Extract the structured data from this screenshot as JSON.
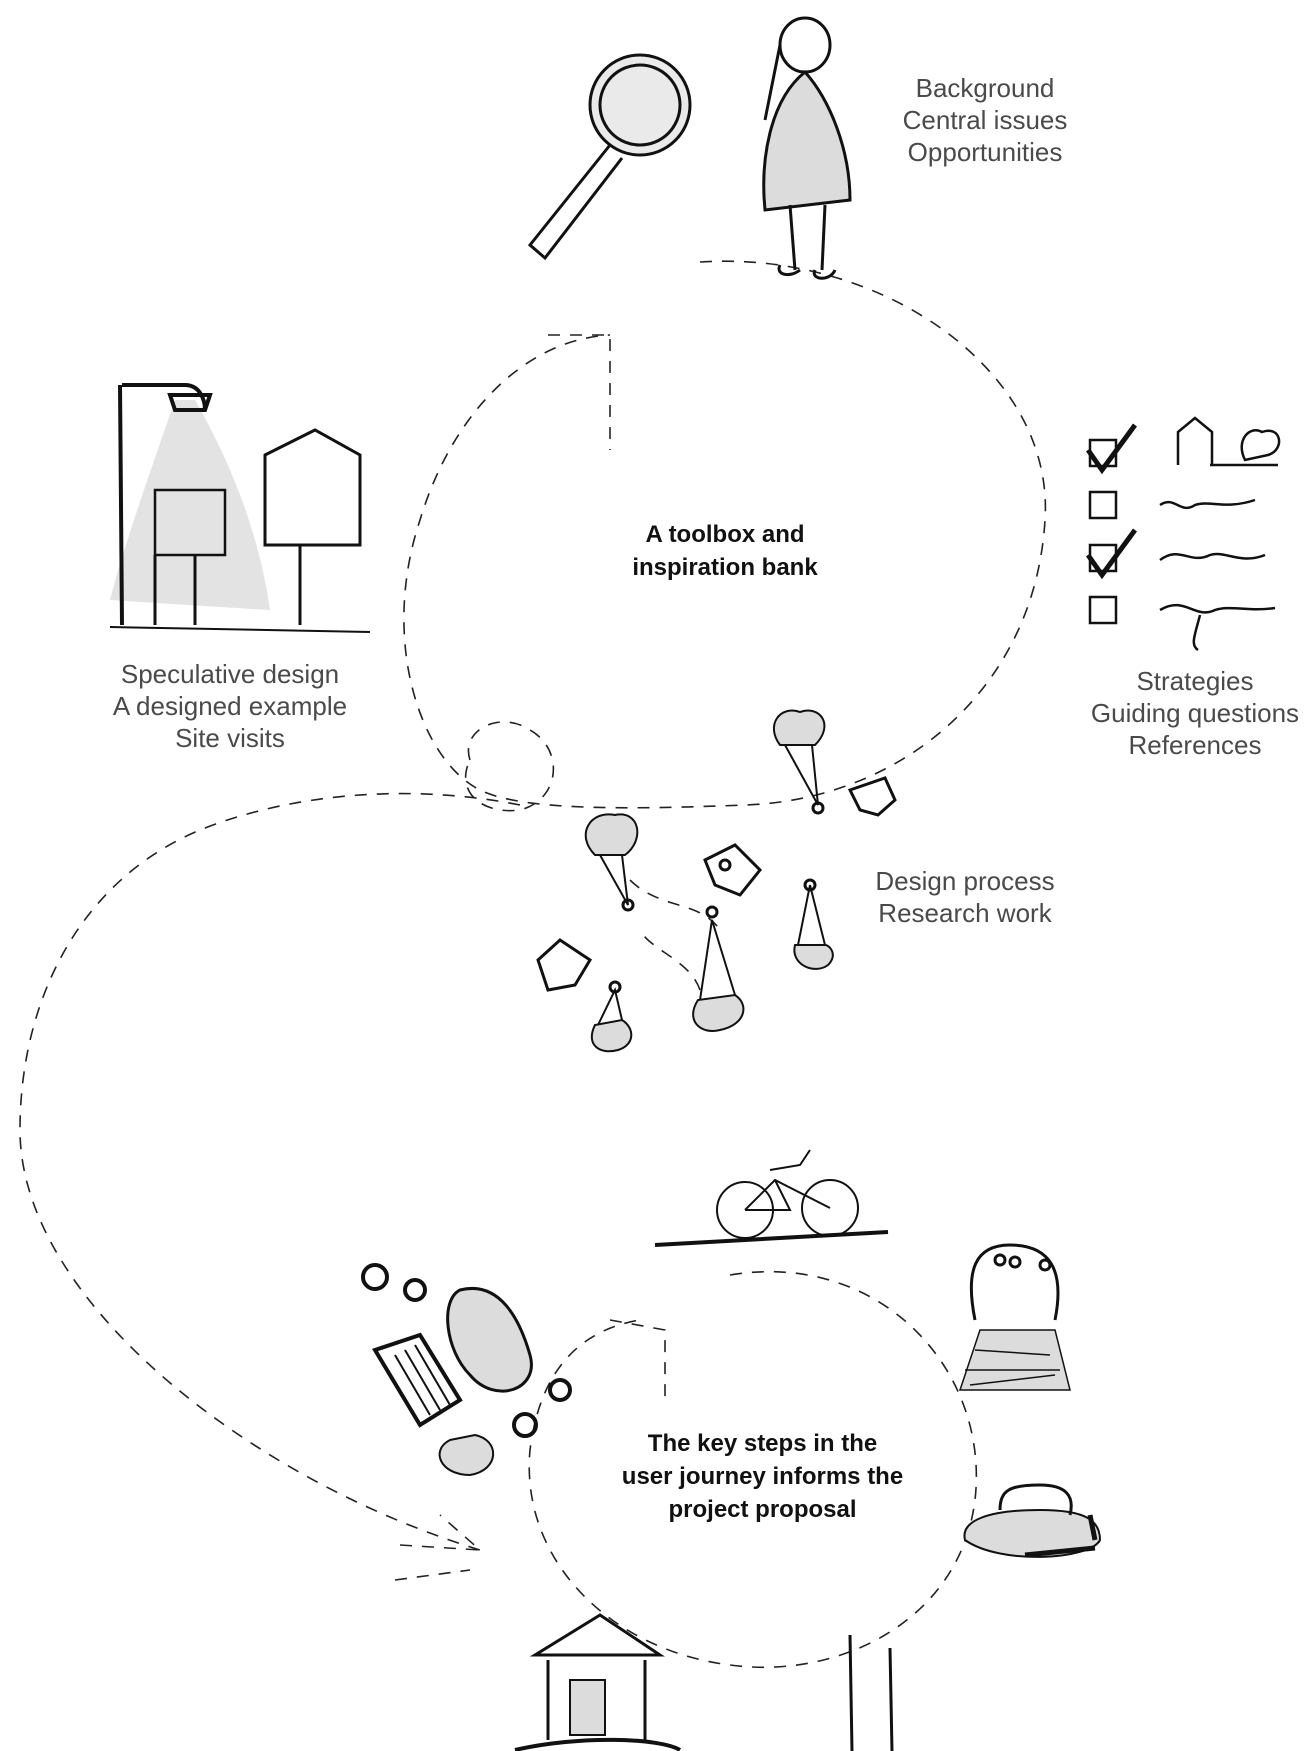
{
  "center_top": {
    "line1": "A toolbox and",
    "line2": "inspiration bank"
  },
  "center_bottom": {
    "line1": "The key steps in the",
    "line2": "user journey informs the",
    "line3": "project proposal"
  },
  "label_top_right": {
    "line1": "Background",
    "line2": "Central issues",
    "line3": "Opportunities"
  },
  "label_left": {
    "line1": "Speculative design",
    "line2": "A designed example",
    "line3": "Site visits"
  },
  "label_right": {
    "line1": "Strategies",
    "line2": "Guiding questions",
    "line3": "References"
  },
  "label_process": {
    "line1": "Design process",
    "line2": "Research work"
  },
  "colors": {
    "ink": "#111111",
    "fill": "#dcdcdc",
    "text": "#4a4a4a"
  },
  "icons": [
    "magnifier-icon",
    "person-icon",
    "lamp-noticeboard-icon",
    "checklist-icon",
    "balloon-cluster-icon",
    "bicycle-icon",
    "stones-icon",
    "tree-icon",
    "hat-icon",
    "hut-icon",
    "pole-icon"
  ]
}
